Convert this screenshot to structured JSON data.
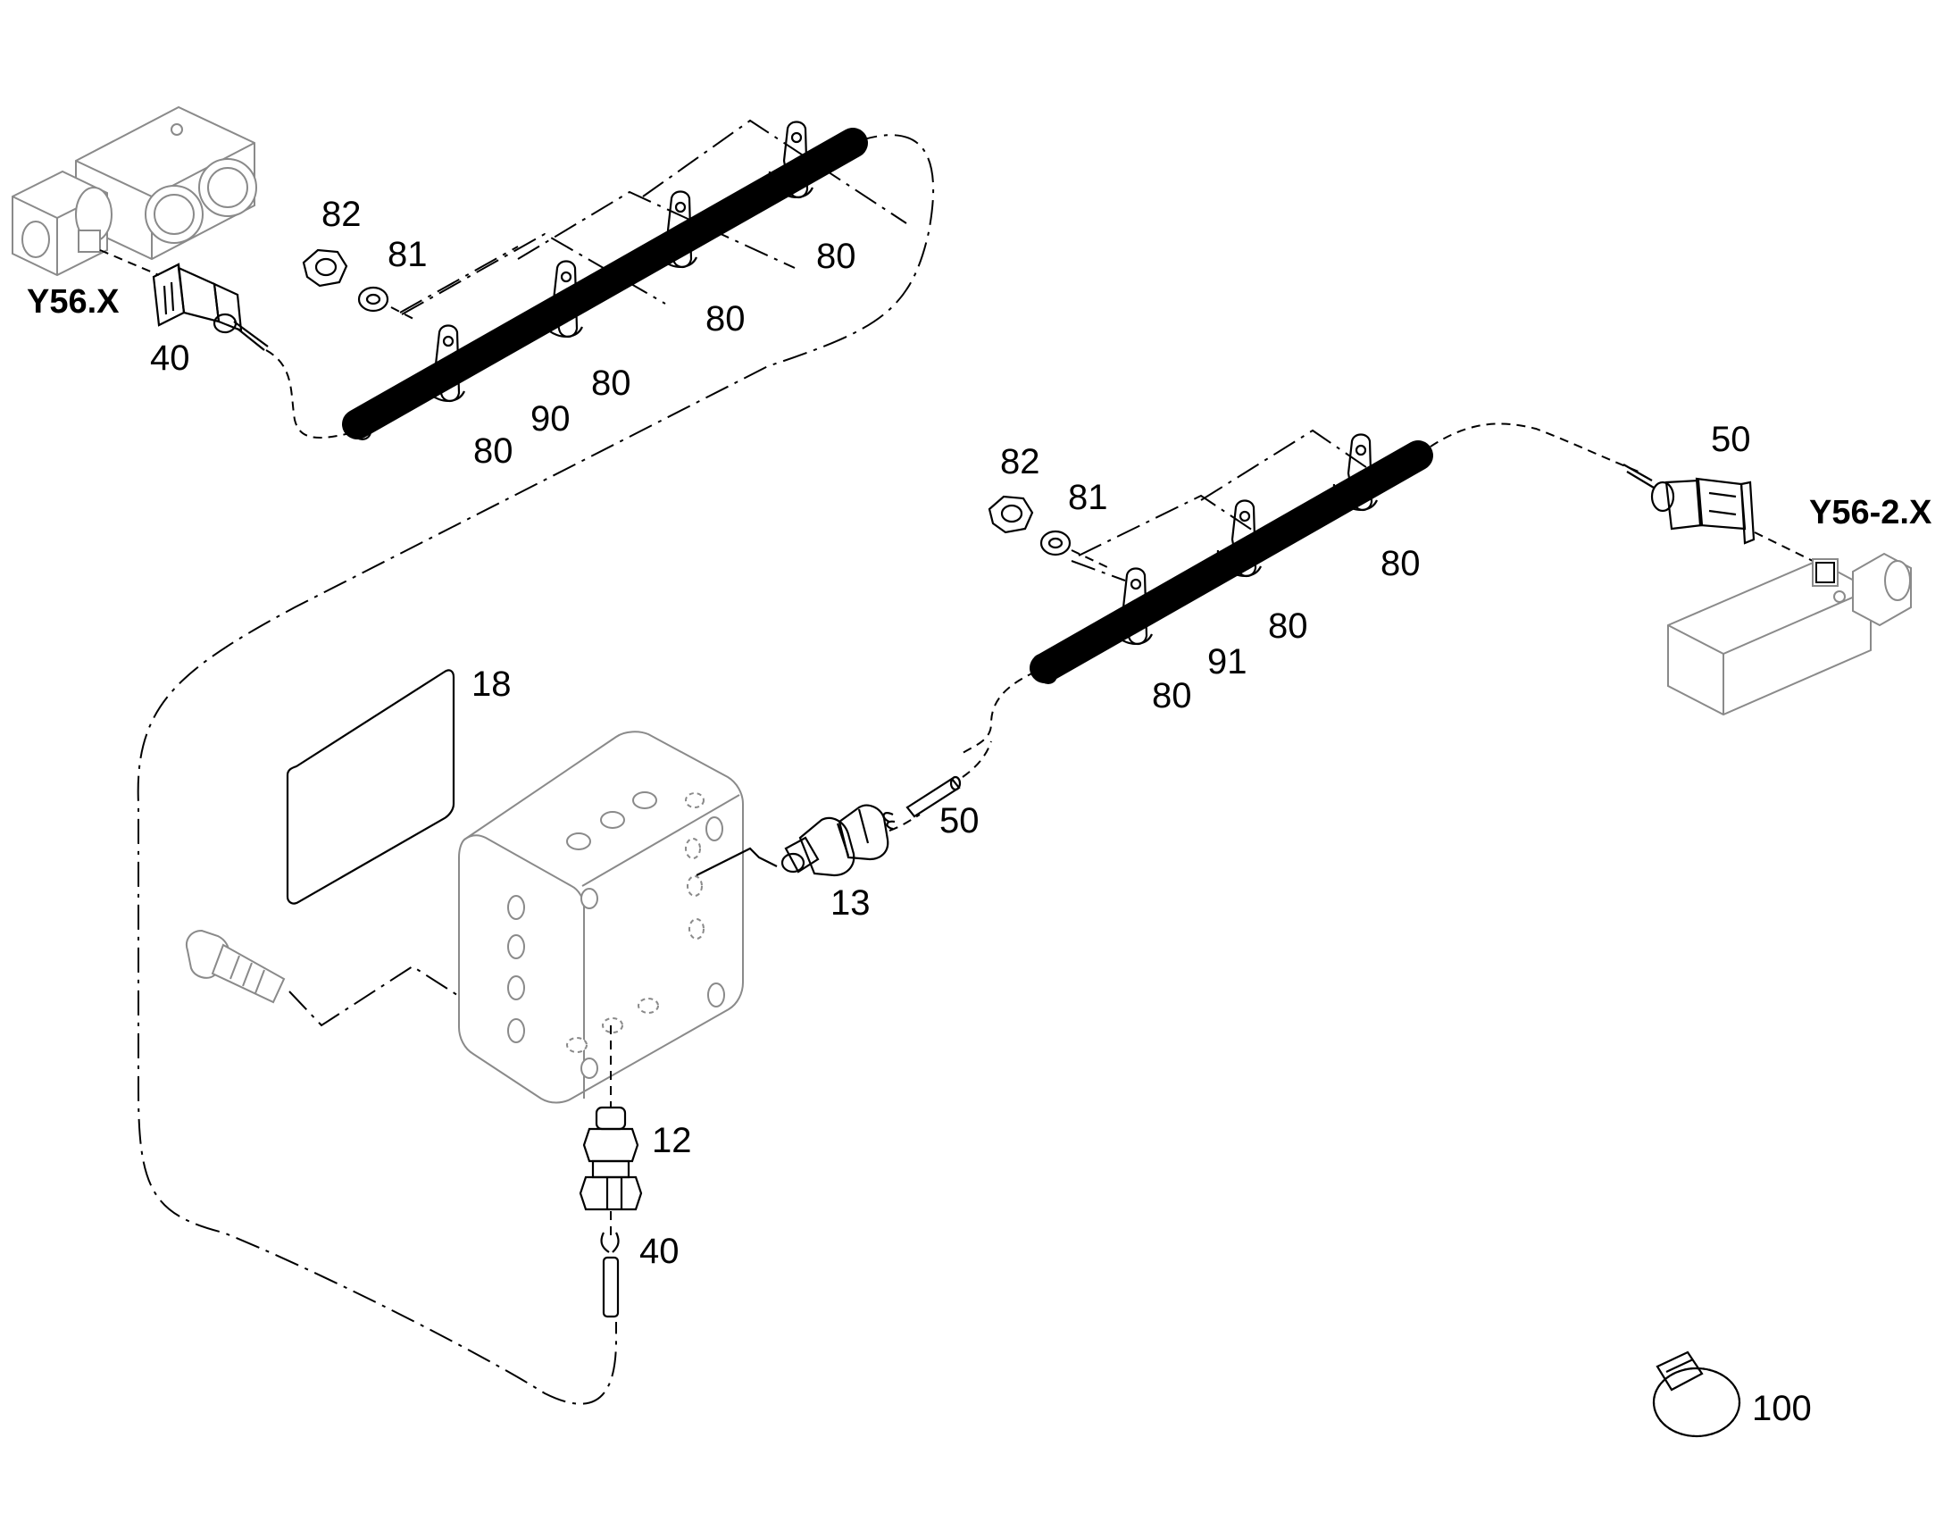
{
  "connectors": {
    "y56_x": "Y56.X",
    "y56_2_x": "Y56-2.X"
  },
  "parts": {
    "p12": "12",
    "p13": "13",
    "p18": "18",
    "p40_top": "40",
    "p40_bottom": "40",
    "p50_right": "50",
    "p50_mid": "50",
    "p80_a": "80",
    "p80_b": "80",
    "p80_c": "80",
    "p80_d": "80",
    "p80_e": "80",
    "p80_f": "80",
    "p80_g": "80",
    "p81_top": "81",
    "p81_mid": "81",
    "p82_top": "82",
    "p82_mid": "82",
    "p90": "90",
    "p91": "91",
    "p100": "100"
  },
  "icons": [
    "solenoid-valve-icon",
    "connector-plug-icon",
    "corrugated-conduit-icon",
    "cable-clip-icon",
    "hex-nut-icon",
    "washer-icon",
    "pressure-switch-icon",
    "gasket-icon",
    "valve-block-icon",
    "cap-screw-icon",
    "hose-clamp-icon"
  ]
}
